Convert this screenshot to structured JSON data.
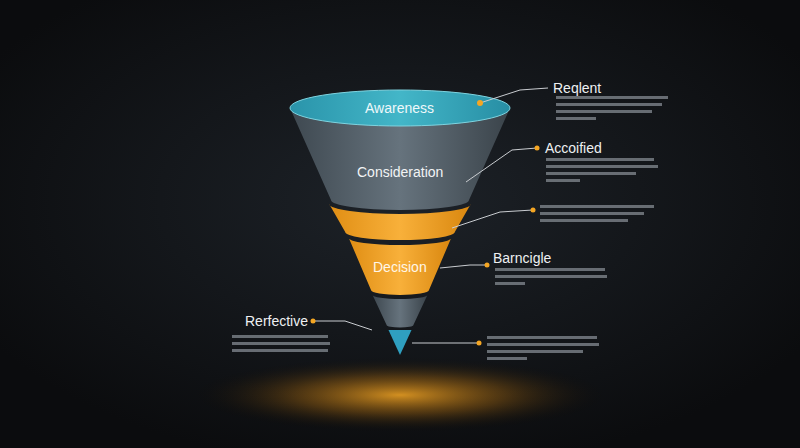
{
  "diagram": {
    "nodes": [
      {
        "text": [
          "Awareness"
        ]
      },
      {
        "text": [
          "Consideration"
        ]
      },
      {
        "text": [
          "Decision"
        ]
      }
    ],
    "labels": [
      "Reqlent",
      "Accoified",
      "Barncigle",
      "Rerfective"
    ]
  }
}
